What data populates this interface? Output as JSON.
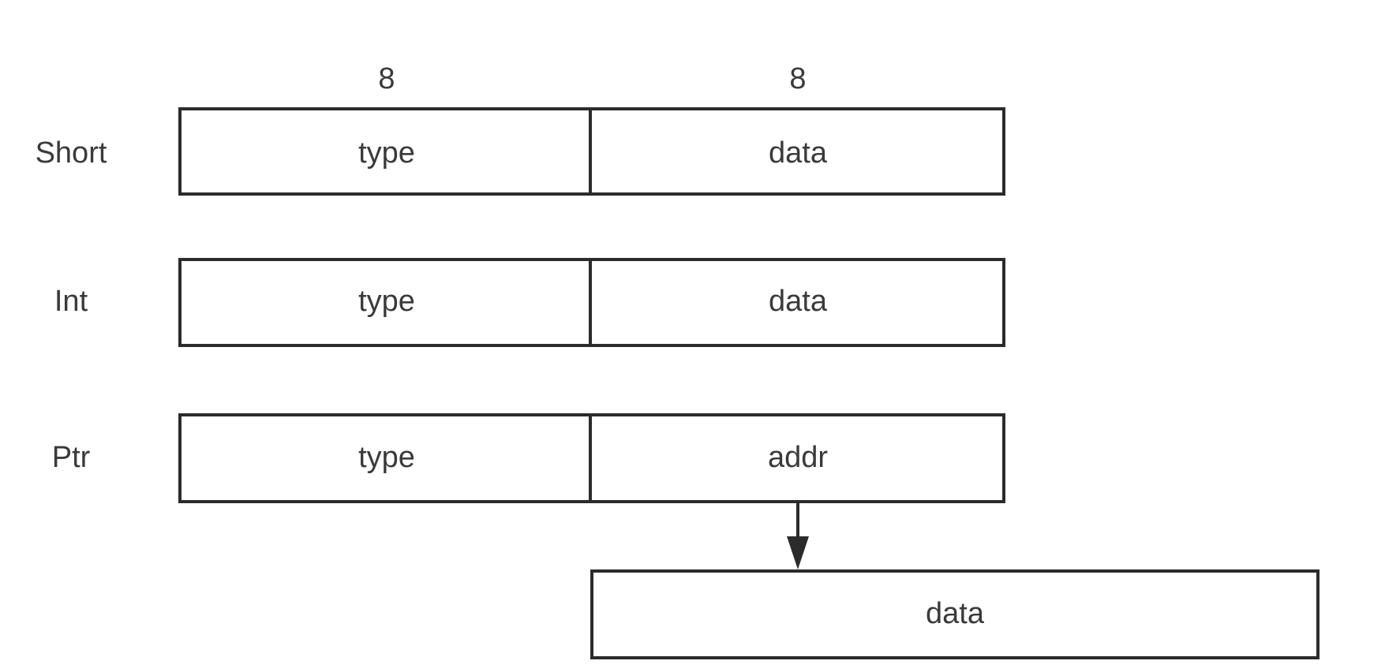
{
  "widths": [
    "8",
    "8"
  ],
  "rows": [
    {
      "name": "Short",
      "fields": [
        "type",
        "data"
      ]
    },
    {
      "name": "Int",
      "fields": [
        "type",
        "data"
      ]
    },
    {
      "name": "Ptr",
      "fields": [
        "type",
        "addr"
      ]
    }
  ],
  "pointee": {
    "field": "data"
  },
  "colors": {
    "stroke": "#2b2b2b",
    "text": "#3a3a3a"
  }
}
